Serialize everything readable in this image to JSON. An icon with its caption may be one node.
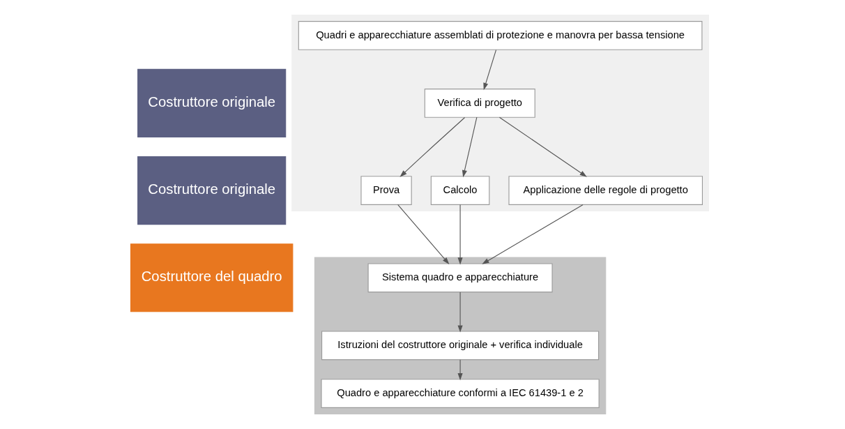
{
  "diagram": {
    "nodes": [
      {
        "text": [
          "Costruttore originale"
        ]
      },
      {
        "text": [
          "Costruttore originale"
        ]
      },
      {
        "text": [
          "Costruttore del quadro"
        ]
      },
      {
        "text": [],
        "shape": "box"
      },
      {
        "text": [],
        "shape": "box"
      },
      {
        "text": [
          "Quadri e apparecchiature assemblati di protezione e manovra per bassa tensione"
        ],
        "in": 3
      },
      {
        "text": [
          "Verifica di progetto"
        ],
        "in": 3
      },
      {
        "text": [
          "Prova"
        ],
        "in": 3
      },
      {
        "text": [
          "Calcolo"
        ],
        "in": 3
      },
      {
        "text": [
          "Applicazione delle regole di progetto"
        ],
        "in": 3
      },
      {
        "text": [
          "Sistema quadro e apparecchiature"
        ],
        "in": 4
      },
      {
        "text": [
          "Istruzioni del costruttore originale + verifica individuale"
        ],
        "in": 4
      },
      {
        "text": [
          "Quadro e apparecchiature conformi a IEC 61439-1 e 2"
        ],
        "in": 4
      }
    ],
    "edges": [
      {
        "from": 5,
        "to": 6,
        "arrow": "to"
      },
      {
        "from": 6,
        "to": 7,
        "arrow": "to"
      },
      {
        "from": 6,
        "to": 8,
        "arrow": "to"
      },
      {
        "from": 6,
        "to": 9,
        "arrow": "to"
      },
      {
        "from": 7,
        "to": 10,
        "arrow": "to"
      },
      {
        "from": 8,
        "to": 10,
        "arrow": "to"
      },
      {
        "from": 9,
        "to": 10,
        "arrow": "to"
      },
      {
        "from": 10,
        "to": 11,
        "arrow": "to"
      },
      {
        "from": 11,
        "to": 12,
        "arrow": "to"
      }
    ]
  }
}
